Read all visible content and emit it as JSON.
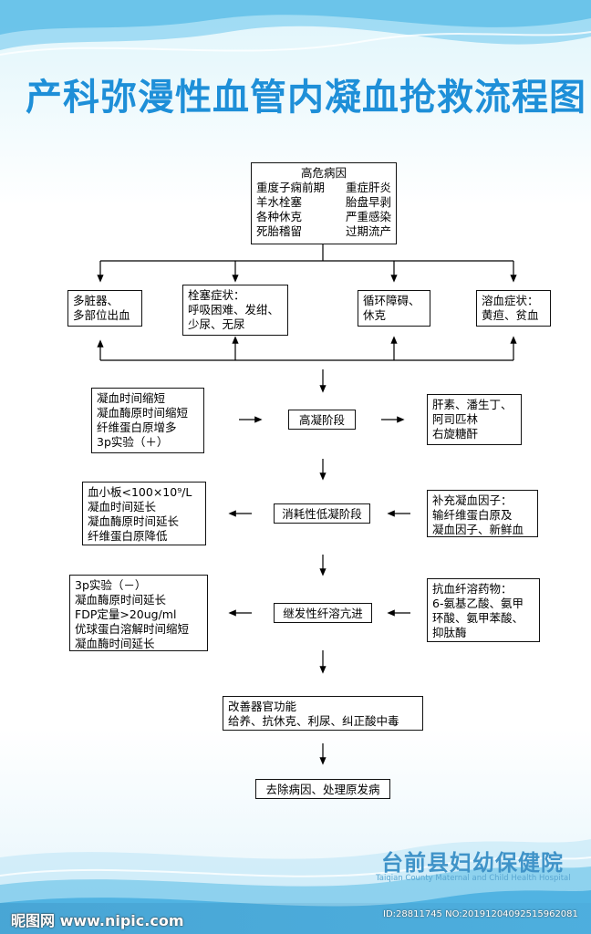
{
  "title": "产科弥漫性血管内凝血抢救流程图",
  "top_box": {
    "heading": "高危病因",
    "rows": [
      [
        "重度子痫前期",
        "重症肝炎"
      ],
      [
        "羊水栓塞",
        "胎盘早剥"
      ],
      [
        "各种休克",
        "严重感染"
      ],
      [
        "死胎稽留",
        "过期流产"
      ]
    ]
  },
  "symptoms": [
    {
      "lines": [
        "多脏器、",
        "多部位出血"
      ]
    },
    {
      "lines": [
        "栓塞症状：",
        "呼吸困难、发绀、",
        "少尿、无尿"
      ]
    },
    {
      "lines": [
        "循环障碍、",
        "休克"
      ]
    },
    {
      "lines": [
        "溶血症状：",
        "黄疸、贫血"
      ]
    }
  ],
  "stages": [
    {
      "name": "高凝阶段",
      "left": [
        "凝血时间缩短",
        "凝血酶原时间缩短",
        "纤维蛋白原增多",
        "3p实验（＋）"
      ],
      "right": [
        "肝素、潘生丁、",
        "阿司匹林",
        "右旋糖酐"
      ]
    },
    {
      "name": "消耗性低凝阶段",
      "left": [
        "血小板<100×10⁹/L",
        "凝血时间延长",
        "凝血酶原时间延长",
        "纤维蛋白原降低"
      ],
      "right": [
        "补充凝血因子：",
        "输纤维蛋白原及",
        "凝血因子、新鲜血"
      ]
    },
    {
      "name": "继发性纤溶亢进",
      "left": [
        "3p实验（－）",
        "凝血酶原时间延长",
        "FDP定量>20ug/ml",
        "优球蛋白溶解时间缩短",
        "凝血酶时间延长"
      ],
      "right": [
        "抗血纤溶药物：",
        "6-氨基乙酸、氨甲",
        "环酸、氨甲苯酸、",
        "抑肽酶"
      ]
    }
  ],
  "organ_box": [
    "改善器官功能",
    "给养、抗休克、利尿、纠正酸中毒"
  ],
  "final_box": "去除病因、处理原发病",
  "arrows": {
    "right": "→",
    "left": "←",
    "down": "↓"
  },
  "org": {
    "cn": "台前县妇幼保健院",
    "en": "Taiqian County Maternal and Child Health Hospital"
  },
  "watermark": {
    "left": "昵图网 www.nipic.com",
    "right": "ID:28811745 NO:20191204092515962081"
  },
  "colors": {
    "title": "#1e8fd8",
    "org": "#3f93c8",
    "wave": "#4fb7e6"
  }
}
